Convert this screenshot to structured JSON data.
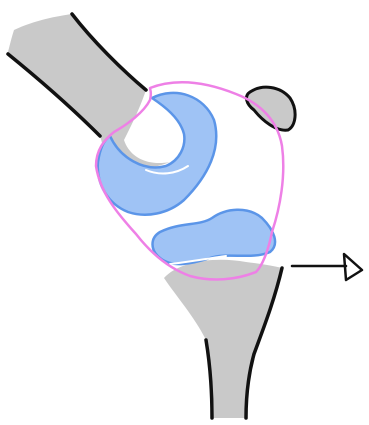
{
  "diagram": {
    "colors": {
      "background": "#ffffff",
      "bone_fill": "#c9c9c9",
      "bone_outline": "#111111",
      "cartilage_fill": "#9fc3f5",
      "cartilage_stroke": "#5b95e8",
      "cartilage_highlight": "#ffffff",
      "capsule": "#ee80e6",
      "arrow": "#111111"
    },
    "parts": [
      {
        "id": "femur",
        "icon": "femur-bone-shape"
      },
      {
        "id": "femoral-cartilage",
        "icon": "cartilage-shape"
      },
      {
        "id": "patella",
        "icon": "patella-shape"
      },
      {
        "id": "tibial-cartilage",
        "icon": "cartilage-shape"
      },
      {
        "id": "tibia",
        "icon": "tibia-bone-shape"
      },
      {
        "id": "joint-capsule",
        "icon": "capsule-outline"
      },
      {
        "id": "pointer-arrow",
        "icon": "arrow-right-open-triangle"
      }
    ]
  }
}
